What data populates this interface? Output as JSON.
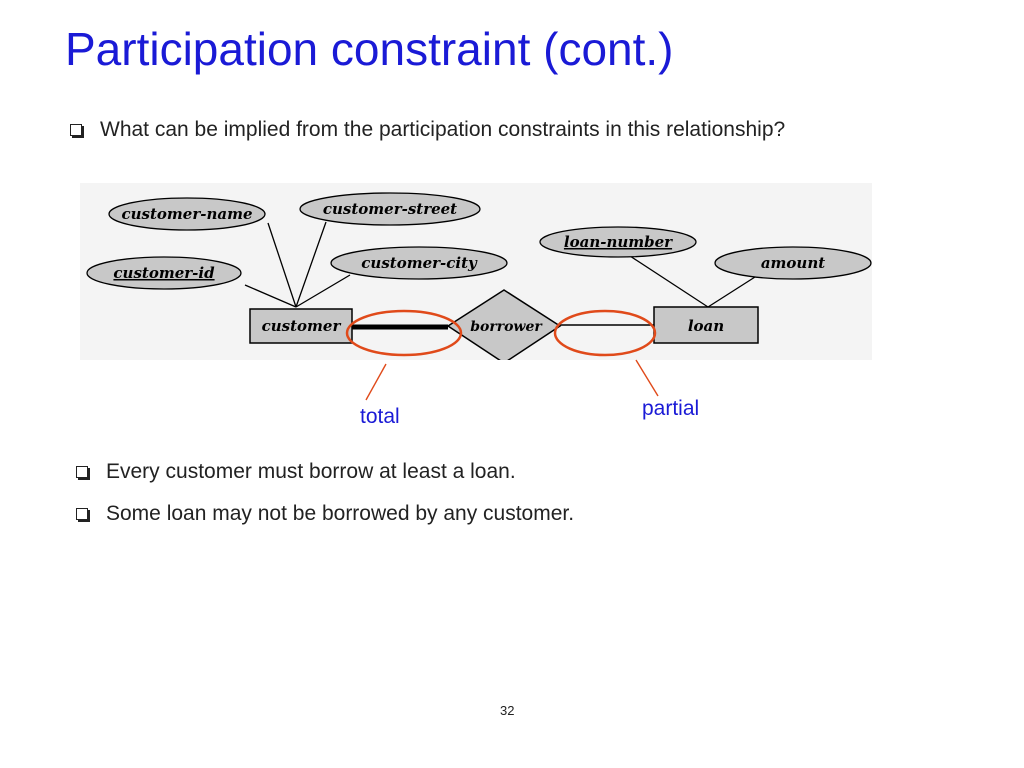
{
  "slide": {
    "title": "Participation constraint (cont.)",
    "question": "What can be implied from the participation constraints in this relationship?",
    "answers": [
      "Every customer must borrow at least a loan.",
      "Some loan may not be borrowed by any customer."
    ],
    "page_number": "32"
  },
  "diagram": {
    "entities": {
      "customer": "customer",
      "loan": "loan"
    },
    "relationship": "borrower",
    "attributes": {
      "customer_name": "customer-name",
      "customer_street": "customer-street",
      "customer_id": "customer-id",
      "customer_city": "customer-city",
      "loan_number": "loan-number",
      "amount": "amount"
    },
    "annotations": {
      "total": "total",
      "partial": "partial"
    }
  },
  "colors": {
    "title": "#1a1ad6",
    "callout_text": "#1a1ad6",
    "highlight_ellipse": "#e04a1a",
    "shape_fill": "#c8c8c8"
  }
}
